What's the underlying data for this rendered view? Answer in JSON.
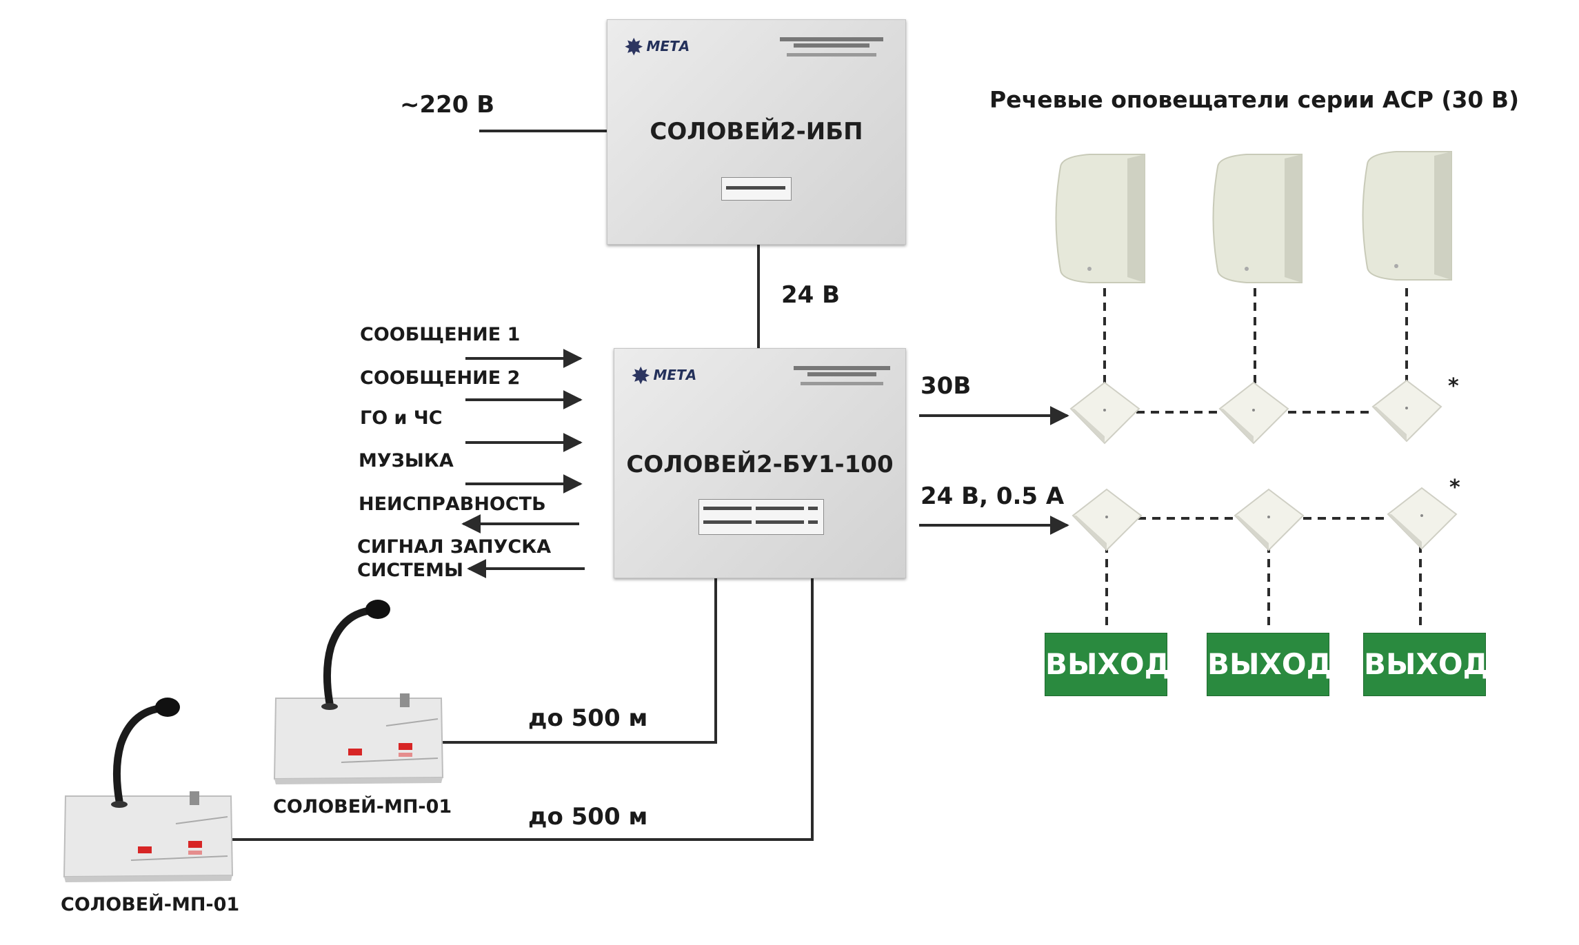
{
  "power": {
    "mains_label": "~220 В",
    "ibp_link_label": "24 В"
  },
  "units": {
    "ibp": {
      "name": "СОЛОВЕЙ2-ИБП",
      "logo": "МЕТА"
    },
    "bu": {
      "name": "СОЛОВЕЙ2-БУ1-100",
      "logo": "МЕТА"
    }
  },
  "inputs": [
    {
      "label": "СООБЩЕНИЕ 1",
      "direction": "in"
    },
    {
      "label": "СООБЩЕНИЕ 2",
      "direction": "in"
    },
    {
      "label": "ГО и ЧС",
      "direction": "in"
    },
    {
      "label": "МУЗЫКА",
      "direction": "in"
    },
    {
      "label": "НЕИСПРАВНОСТЬ",
      "direction": "out"
    },
    {
      "label": "СИГНАЛ ЗАПУСКА",
      "label2": "СИСТЕМЫ",
      "direction": "out"
    }
  ],
  "outputs": {
    "speaker_line_label": "30В",
    "light_line_label": "24 В, 0.5 А",
    "speakers_title": "Речевые оповещатели серии АСР (30 В)",
    "end_marker": "*",
    "exit_signs": [
      "ВЫХОД",
      "ВЫХОД",
      "ВЫХОД"
    ]
  },
  "consoles": [
    {
      "name": "СОЛОВЕЙ-МП-01",
      "distance": "до 500 м"
    },
    {
      "name": "СОЛОВЕЙ-МП-01",
      "distance": "до 500 м"
    }
  ],
  "colors": {
    "exit_green": "#2a8a3f",
    "line": "#2b2b2b",
    "unit_grey": "#dcdcdc"
  }
}
